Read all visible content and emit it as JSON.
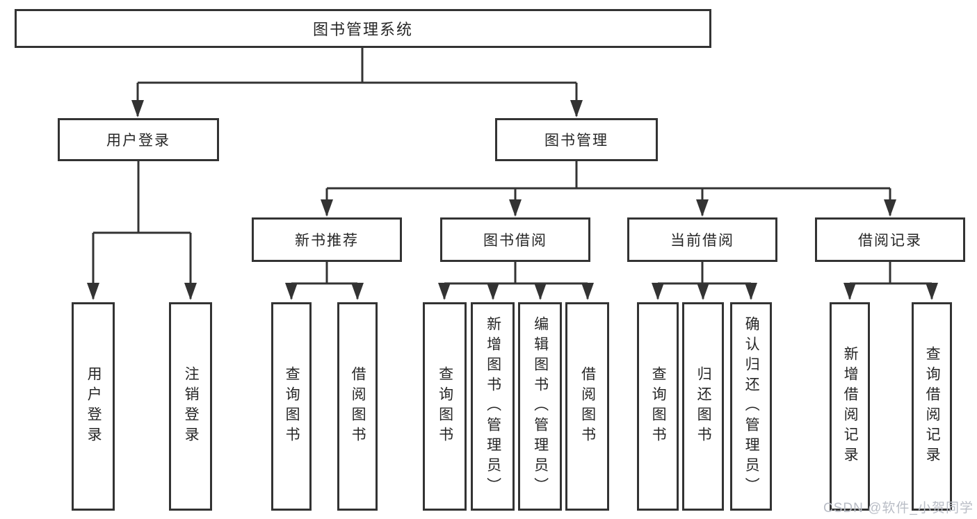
{
  "nodes": {
    "root": "图书管理系统",
    "user_login": "用户登录",
    "book_mgmt": "图书管理",
    "new_book": "新书推荐",
    "book_borrow": "图书借阅",
    "current_borrow": "当前借阅",
    "borrow_record": "借阅记录",
    "leaf_user_login": "用户登录",
    "leaf_logout": "注销登录",
    "leaf_nb_query": "查询图书",
    "leaf_nb_borrow": "借阅图书",
    "leaf_bb_query": "查询图书",
    "leaf_bb_add": "新增图书（管理员）",
    "leaf_bb_edit": "编辑图书（管理员）",
    "leaf_bb_borrow": "借阅图书",
    "leaf_cb_query": "查询图书",
    "leaf_cb_return": "归还图书",
    "leaf_cb_confirm": "确认归还（管理员）",
    "leaf_br_add": "新增借阅记录",
    "leaf_br_query": "查询借阅记录"
  },
  "watermark": "CSDN @软件_小贺同学",
  "colors": {
    "line": "#333333",
    "text": "#262626",
    "watermark": "#b9bdc6"
  }
}
